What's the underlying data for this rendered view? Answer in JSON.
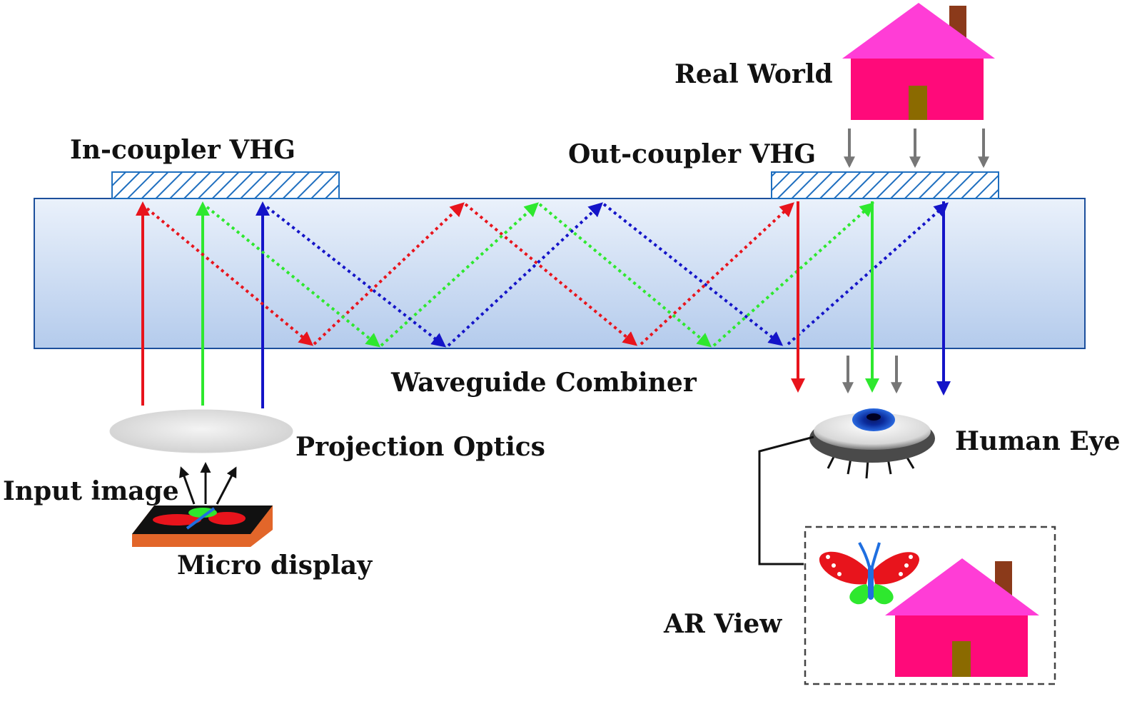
{
  "labels": {
    "in_coupler": "In-coupler VHG",
    "out_coupler": "Out-coupler VHG",
    "real_world": "Real World",
    "waveguide": "Waveguide Combiner",
    "projection_optics": "Projection Optics",
    "input_image": "Input image",
    "micro_display": "Micro display",
    "human_eye": "Human Eye",
    "ar_view": "AR View"
  },
  "colors": {
    "red": "#e8141c",
    "green": "#2ee82e",
    "blue": "#1414c8",
    "hatch": "#1f6fbf",
    "waveguide_top": "#eaf1fb",
    "waveguide_bottom": "#b4cbec",
    "house_wall": "#ff0a7a",
    "house_roof": "#ff3dd6",
    "door": "#8b6a00",
    "chimney": "#8b3a1a",
    "gray_arrow": "#777777"
  },
  "icons": [
    "house-icon",
    "eye-icon",
    "butterfly-icon",
    "lens-icon",
    "micro-display-icon"
  ]
}
